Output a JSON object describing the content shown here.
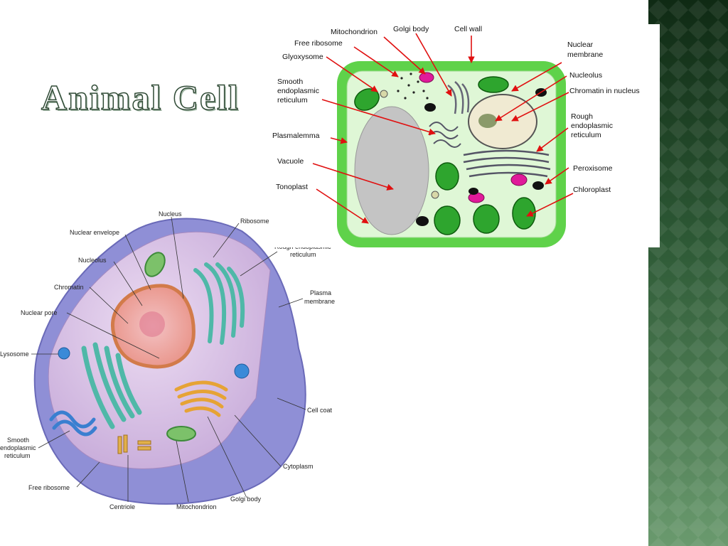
{
  "slide": {
    "title": "Animal Cell",
    "side_band_color": "#3f6a47"
  },
  "plant_cell": {
    "labels": {
      "mitochondrion": "Mitochondrion",
      "golgi_body": "Golgi body",
      "cell_wall": "Cell wall",
      "free_ribosome": "Free ribosome",
      "glyoxysome": "Glyoxysome",
      "smooth_er_1": "Smooth",
      "smooth_er_2": "endoplasmic",
      "smooth_er_3": "reticulum",
      "plasmalemma": "Plasmalemma",
      "vacuole": "Vacuole",
      "tonoplast": "Tonoplast",
      "nuclear_membrane_1": "Nuclear",
      "nuclear_membrane_2": "membrane",
      "nucleolus": "Nucleolus",
      "chromatin": "Chromatin in nucleus",
      "rough_er_1": "Rough",
      "rough_er_2": "endoplasmic",
      "rough_er_3": "reticulum",
      "peroxisome": "Peroxisome",
      "chloroplast": "Chloroplast"
    },
    "colors": {
      "cell_wall": "#5fd24a",
      "cytoplasm": "#dff7d6",
      "vacuole": "#c4c4c4",
      "chloroplast": "#2ea52e",
      "arrow": "#e01010"
    }
  },
  "animal_cell": {
    "labels": {
      "nucleus": "Nucleus",
      "ribosome": "Ribosome",
      "nuclear_envelope": "Nuclear envelope",
      "rough_er_1": "Rough endoplasmic",
      "rough_er_2": "reticulum",
      "nucleolus": "Nucleolus",
      "chromatin": "Chromatin",
      "plasma_membrane_1": "Plasma",
      "plasma_membrane_2": "membrane",
      "nuclear_pore": "Nuclear pore",
      "lysosome": "Lysosome",
      "cell_coat": "Cell coat",
      "smooth_er_1": "Smooth",
      "smooth_er_2": "endoplasmic",
      "smooth_er_3": "reticulum",
      "cytoplasm": "Cytoplasm",
      "free_ribosome": "Free ribosome",
      "golgi_body": "Golgi body",
      "centriole": "Centriole",
      "mitochondrion": "Mitochondrion"
    },
    "colors": {
      "membrane": "#8f8fd6",
      "cytoplasm": "#d9c2e6",
      "nucleus": "#e59a8f",
      "er": "#4fb8a8",
      "golgi": "#e6a335"
    }
  }
}
